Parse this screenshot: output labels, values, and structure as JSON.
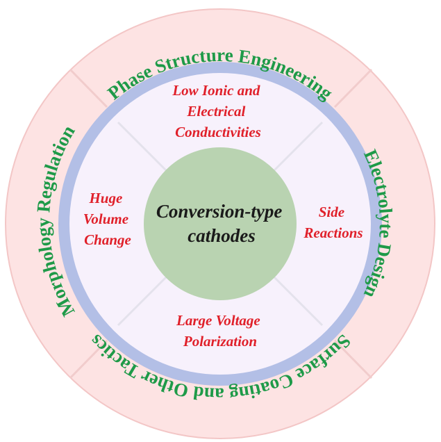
{
  "center": {
    "lines": [
      "Conversion-type",
      "cathodes"
    ]
  },
  "challenges": {
    "top": [
      "Low Ionic and",
      "Electrical",
      "Conductivities"
    ],
    "left": [
      "Huge",
      "Volume",
      "Change"
    ],
    "right": [
      "Side",
      "Reactions"
    ],
    "bottom": [
      "Large Voltage",
      "Polarization"
    ]
  },
  "strategies": {
    "top": "Phase Structure Engineering",
    "right": "Electrolyte Design",
    "bottom": "Surface Coating and Other Tactics",
    "left": "Morphology Regulation"
  },
  "colors": {
    "outer_ring": "#fde3e3",
    "outer_ring_stroke": "#f3c6c6",
    "blue_ring": "#b3bfe6",
    "inner_disk": "#f7f1fc",
    "core_disk": "#b9d3b1",
    "strategy_text": "#1e9a48",
    "challenge_text": "#e0202a",
    "core_text": "#1a1a1a"
  }
}
